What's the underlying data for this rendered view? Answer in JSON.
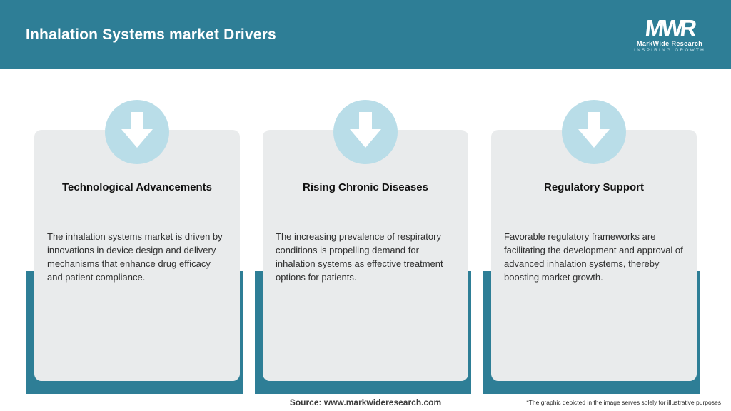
{
  "header": {
    "title": "Inhalation Systems market Drivers",
    "logo": {
      "text": "MWR",
      "name": "MarkWide Research",
      "tagline": "INSPIRING GROWTH"
    }
  },
  "cards": [
    {
      "title": "Technological Advancements",
      "body": "The inhalation systems market is driven by innovations in device design and delivery mechanisms that enhance drug efficacy and patient compliance."
    },
    {
      "title": "Rising Chronic Diseases",
      "body": "The increasing prevalence of respiratory conditions is propelling demand for inhalation systems as effective treatment options for patients."
    },
    {
      "title": "Regulatory Support",
      "body": "Favorable regulatory frameworks are facilitating the development and approval of advanced inhalation systems, thereby boosting market growth."
    }
  ],
  "footer": {
    "source": "Source: www.markwideresearch.com",
    "disclaimer": "*The graphic depicted in the image serves solely for illustrative purposes"
  },
  "colors": {
    "teal": "#2e7e96",
    "light_blue": "#b9dde8",
    "card_bg": "#e9ebec"
  }
}
